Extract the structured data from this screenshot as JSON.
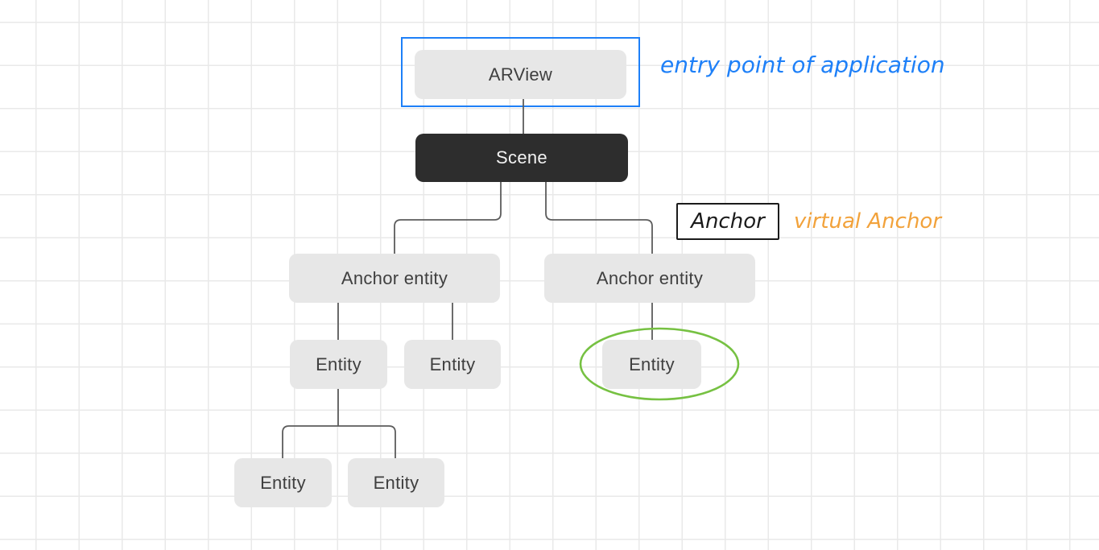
{
  "theme": {
    "canvas_bg": "#ffffff",
    "grid_line": "#e9e9e9",
    "node_fill": "#e7e7e7",
    "node_text": "#3f3f3f",
    "scene_fill": "#2d2d2d",
    "scene_text": "#f2f2f2",
    "connector_color": "#5c5c5c",
    "selection_blue": "#1e80f8",
    "annotation_blue": "#1e80f8",
    "annotation_orange": "#f2a23b",
    "highlight_green": "#76c142",
    "ink_black": "#1b1b1b"
  },
  "diagram": {
    "nodes": [
      {
        "id": "arview",
        "label": "ARView",
        "style": "light",
        "selected": true
      },
      {
        "id": "scene",
        "label": "Scene",
        "style": "dark"
      },
      {
        "id": "anchor-entity-left",
        "label": "Anchor entity",
        "style": "light"
      },
      {
        "id": "anchor-entity-right",
        "label": "Anchor entity",
        "style": "light"
      },
      {
        "id": "entity-left",
        "label": "Entity",
        "style": "light"
      },
      {
        "id": "entity-mid",
        "label": "Entity",
        "style": "light"
      },
      {
        "id": "entity-circled",
        "label": "Entity",
        "style": "light",
        "highlighted": true
      },
      {
        "id": "entity-bottom-left",
        "label": "Entity",
        "style": "light"
      },
      {
        "id": "entity-bottom-right",
        "label": "Entity",
        "style": "light"
      }
    ],
    "edges": [
      [
        "arview",
        "scene"
      ],
      [
        "scene",
        "anchor-entity-left"
      ],
      [
        "scene",
        "anchor-entity-right"
      ],
      [
        "anchor-entity-left",
        "entity-left"
      ],
      [
        "anchor-entity-left",
        "entity-mid"
      ],
      [
        "anchor-entity-right",
        "entity-circled"
      ],
      [
        "entity-left",
        "entity-bottom-left"
      ],
      [
        "entity-left",
        "entity-bottom-right"
      ]
    ],
    "annotations": {
      "entry_point": {
        "text": "entry point of application",
        "color": "#1e80f8"
      },
      "anchor_box": {
        "label": "Anchor",
        "color": "#1b1b1b"
      },
      "virtual_anchor": {
        "text": "virtual Anchor",
        "color": "#f2a23b"
      }
    }
  }
}
